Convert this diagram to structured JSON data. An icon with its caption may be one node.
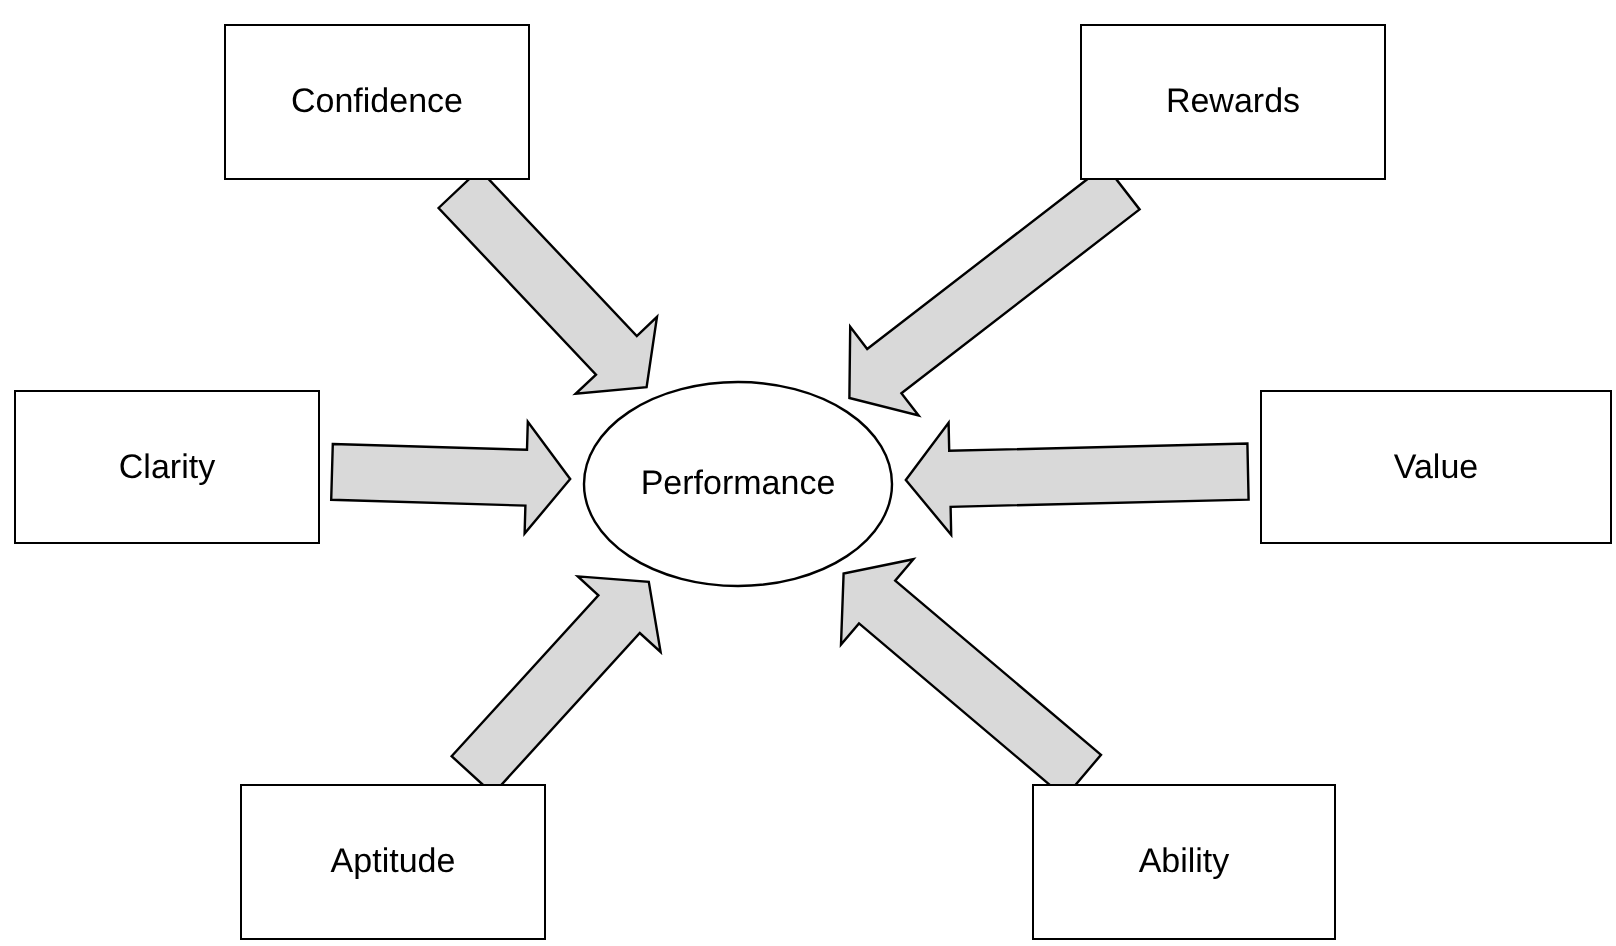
{
  "diagram": {
    "nodes": [
      {
        "text": [
          "Confidence"
        ]
      },
      {
        "text": [
          "Rewards"
        ]
      },
      {
        "text": [
          "Clarity"
        ]
      },
      {
        "text": [
          "Performance"
        ]
      },
      {
        "text": [
          "Value"
        ]
      },
      {
        "text": [
          "Aptitude"
        ]
      },
      {
        "text": [
          "Ability"
        ]
      }
    ],
    "edges": [
      {
        "from": 0,
        "to": 3,
        "arrow": "to"
      },
      {
        "from": 1,
        "to": 3,
        "arrow": "to"
      },
      {
        "from": 2,
        "to": 3,
        "arrow": "to"
      },
      {
        "from": 4,
        "to": 3,
        "arrow": "to"
      },
      {
        "from": 5,
        "to": 3,
        "arrow": "to"
      },
      {
        "from": 6,
        "to": 3,
        "arrow": "to"
      }
    ]
  }
}
